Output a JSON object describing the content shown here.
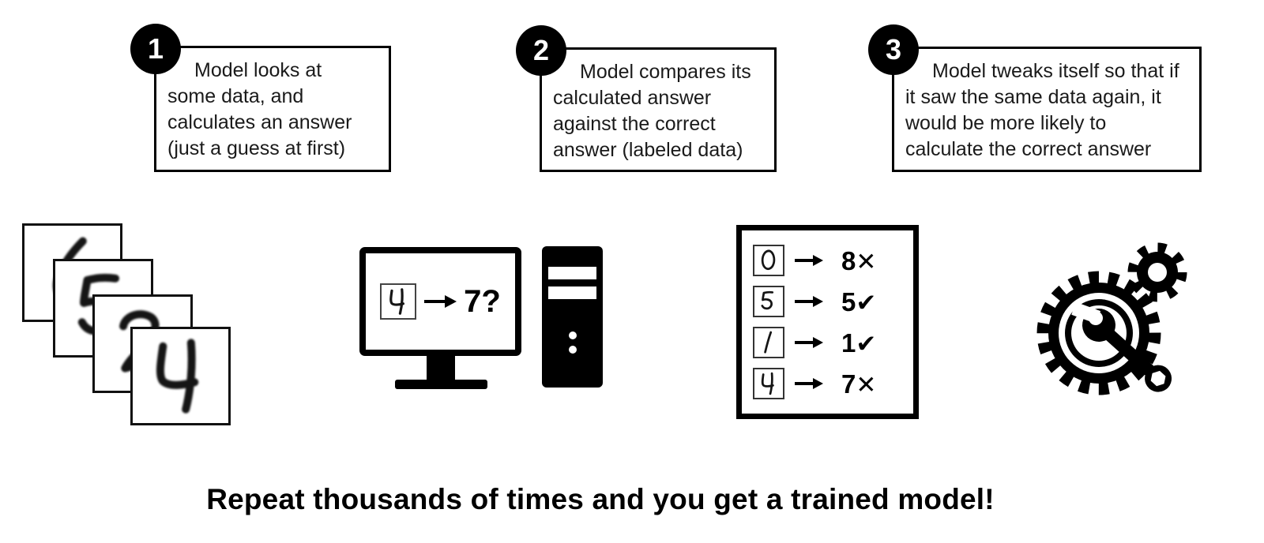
{
  "steps": [
    {
      "number": "1",
      "text": "Model looks at\nsome data, and\ncalculates an answer\n(just a guess at first)"
    },
    {
      "number": "2",
      "text": "Model compares its\ncalculated answer\nagainst the correct\nanswer (labeled data)"
    },
    {
      "number": "3",
      "text": "Model tweaks itself so that if\nit saw the same data again, it\nwould be more likely to\ncalculate the correct answer"
    }
  ],
  "mnist_stack": {
    "description": "stack of handwritten digit images",
    "cards": [
      {
        "digit": "6",
        "partial": true
      },
      {
        "digit": "5",
        "partial": true
      },
      {
        "digit": "2",
        "partial": true
      },
      {
        "digit": "4",
        "partial": false
      }
    ]
  },
  "computer": {
    "input_digit": "4",
    "prediction": "7?"
  },
  "label_box": {
    "rows": [
      {
        "digit": "0",
        "prediction": "8",
        "mark": "✕",
        "correct": false
      },
      {
        "digit": "5",
        "prediction": "5",
        "mark": "✔",
        "correct": true
      },
      {
        "digit": "1",
        "prediction": "1",
        "mark": "✔",
        "correct": true
      },
      {
        "digit": "4",
        "prediction": "7",
        "mark": "✕",
        "correct": false
      }
    ]
  },
  "gear_icon": "gear-and-wrench",
  "caption": "Repeat thousands of times and you get a trained model!",
  "colors": {
    "foreground": "#000000",
    "background": "#ffffff"
  }
}
